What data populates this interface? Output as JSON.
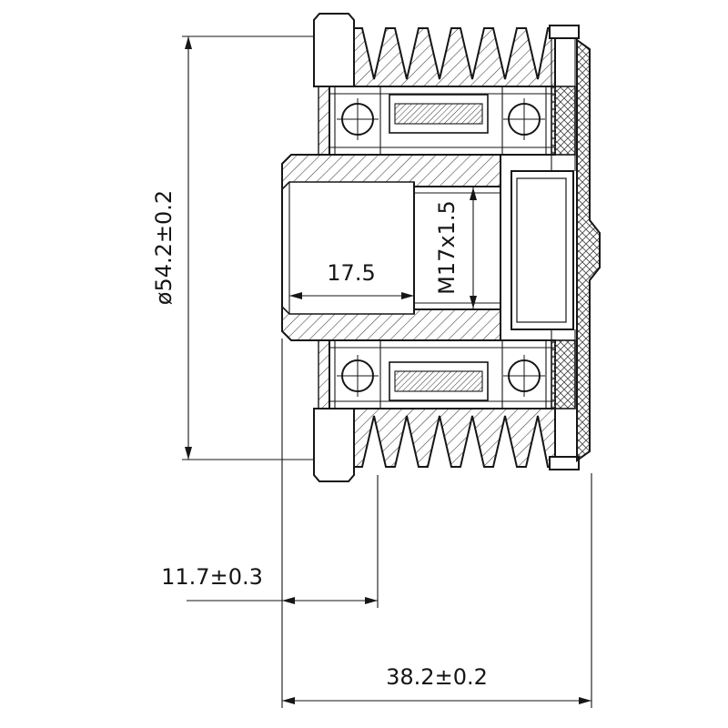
{
  "drawing": {
    "dims": {
      "diameter": "ø54.2±0.2",
      "bore_depth": "17.5",
      "thread": "M17x1.5",
      "offset": "11.7±0.3",
      "overall_width": "38.2±0.2"
    },
    "colors": {
      "line": "#161616",
      "background": "#ffffff"
    }
  }
}
